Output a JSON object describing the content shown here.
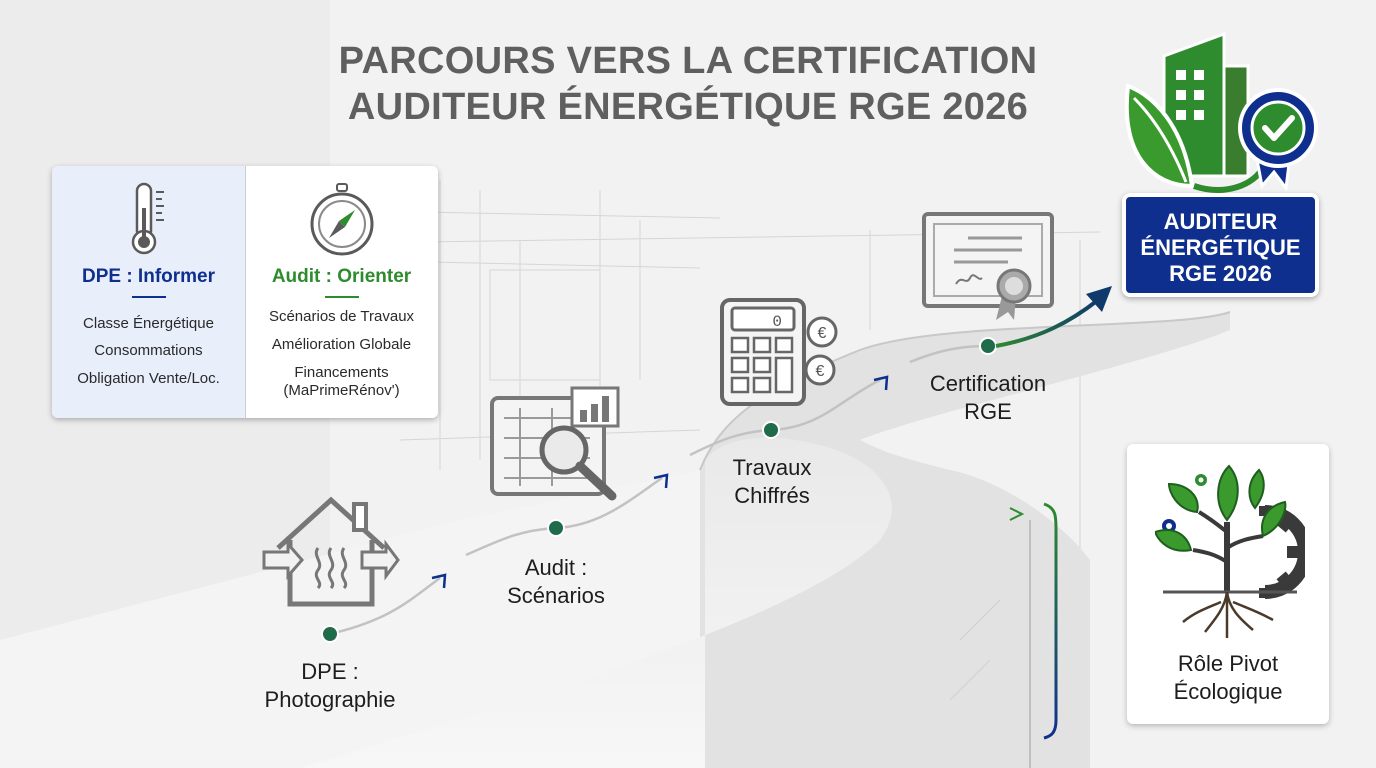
{
  "title": {
    "line1": "PARCOURS VERS LA CERTIFICATION",
    "line2": "AUDITEUR ÉNERGÉTIQUE RGE 2026"
  },
  "comparison": {
    "dpe": {
      "heading": "DPE : Informer",
      "items": [
        "Classe Énergétique",
        "Consommations",
        "Obligation Vente/Loc."
      ],
      "color": "#0f2f8f"
    },
    "audit": {
      "heading": "Audit : Orienter",
      "items": [
        "Scénarios de Travaux",
        "Amélioration Globale",
        "Financements",
        "(MaPrimeRénov')"
      ],
      "color": "#2e8b2e"
    }
  },
  "steps": [
    {
      "label_line1": "DPE :",
      "label_line2": "Photographie",
      "icon": "house-heat-icon"
    },
    {
      "label_line1": "Audit :",
      "label_line2": "Scénarios",
      "icon": "blueprint-magnifier-icon"
    },
    {
      "label_line1": "Travaux",
      "label_line2": "Chiffrés",
      "icon": "calculator-euro-icon"
    },
    {
      "label_line1": "Certification",
      "label_line2": "RGE",
      "icon": "certificate-icon"
    }
  ],
  "badge": {
    "line1": "AUDITEUR",
    "line2": "ÉNERGÉTIQUE",
    "line3": "RGE 2026"
  },
  "pivot": {
    "line1": "Rôle Pivot",
    "line2": "Écologique"
  },
  "colors": {
    "navy": "#0f2f8f",
    "green": "#2e8b2e",
    "node": "#1f6b4a",
    "title_gray": "#5f5f5f"
  }
}
